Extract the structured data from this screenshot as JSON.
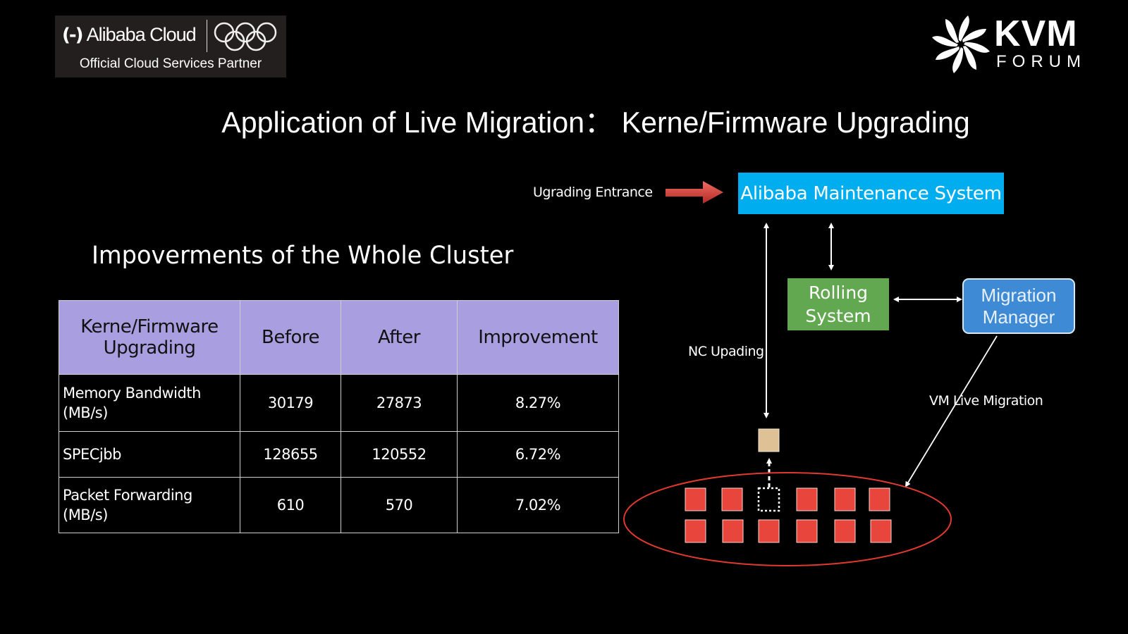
{
  "header": {
    "partner_logo": {
      "brand_mark": "(-)",
      "brand_name": "Alibaba Cloud",
      "icon": "olympic-rings-icon",
      "subtitle": "Official Cloud Services Partner"
    },
    "event_logo": {
      "icon": "kvm-flower-icon",
      "title": "KVM",
      "subtitle": "FORUM"
    }
  },
  "slide": {
    "title": "Application of Live Migration： Kerne/Firmware Upgrading"
  },
  "table": {
    "title": "Impoverments of the Whole Cluster",
    "header_color": "#a99fe0",
    "columns": [
      "Kerne/Firmware Upgrading",
      "Before",
      "After",
      "Improvement"
    ],
    "rows": [
      {
        "metric_line1": "Memory Bandwidth",
        "metric_line2": "(MB/s)",
        "before": "30179",
        "after": "27873",
        "improvement": "8.27%"
      },
      {
        "metric_line1": "SPECjbb",
        "metric_line2": "",
        "before": "128655",
        "after": "120552",
        "improvement": "6.72%"
      },
      {
        "metric_line1": "Packet Forwarding",
        "metric_line2": "(MB/s)",
        "before": "610",
        "after": "570",
        "improvement": "7.02%"
      }
    ]
  },
  "diagram": {
    "entrance_label": "Ugrading Entrance",
    "maintenance_system": {
      "label": "Alibaba Maintenance System",
      "color": "#00aeef"
    },
    "rolling_system": {
      "line1": "Rolling",
      "line2": "System",
      "color": "#62a850"
    },
    "migration_manager": {
      "line1": "Migration",
      "line2": "Manager",
      "color": "#3e8ad4"
    },
    "nc_upgrading_label": "NC Upading",
    "vm_live_migration_label": "VM Live Migration",
    "cluster": {
      "rows": 2,
      "columns": 6,
      "vm_color": "#e8453c",
      "upgrading_node_color": "#dfc196",
      "ring_color": "#e0392f",
      "vacated_slot": {
        "row": 0,
        "col": 2
      }
    }
  }
}
